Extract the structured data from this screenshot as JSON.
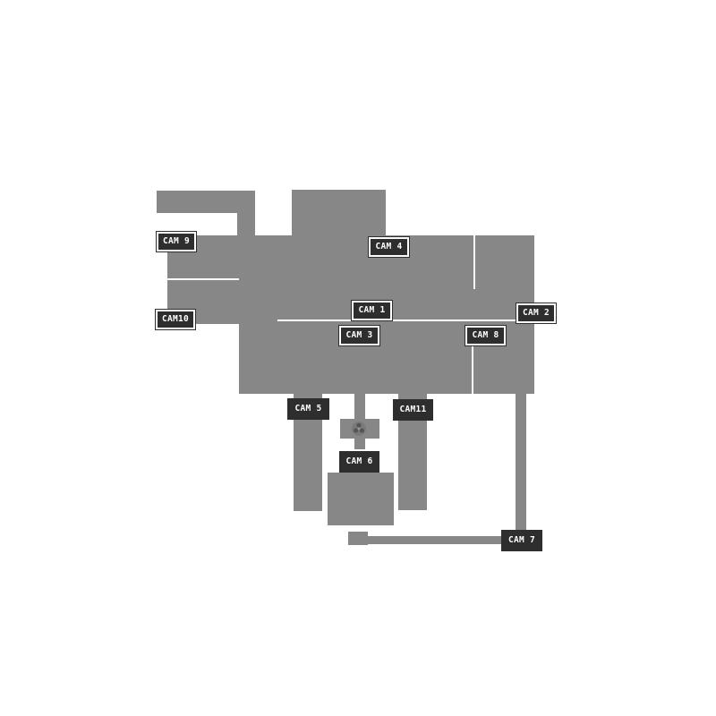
{
  "map": {
    "cameras": [
      {
        "id": "cam-9",
        "label": "CAM 9"
      },
      {
        "id": "cam-10",
        "label": "CAM10"
      },
      {
        "id": "cam-4",
        "label": "CAM 4"
      },
      {
        "id": "cam-1",
        "label": "CAM 1"
      },
      {
        "id": "cam-2",
        "label": "CAM 2"
      },
      {
        "id": "cam-3",
        "label": "CAM 3"
      },
      {
        "id": "cam-8",
        "label": "CAM 8"
      },
      {
        "id": "cam-5",
        "label": "CAM 5"
      },
      {
        "id": "cam-11",
        "label": "CAM11"
      },
      {
        "id": "cam-6",
        "label": "CAM 6"
      },
      {
        "id": "cam-7",
        "label": "CAM 7"
      }
    ],
    "colors": {
      "room": "#878787",
      "button_bg": "#2e2e2e",
      "button_text": "#ffffff",
      "background": "#ffffff"
    },
    "icons": {
      "vent_fan": "fan-icon"
    }
  }
}
